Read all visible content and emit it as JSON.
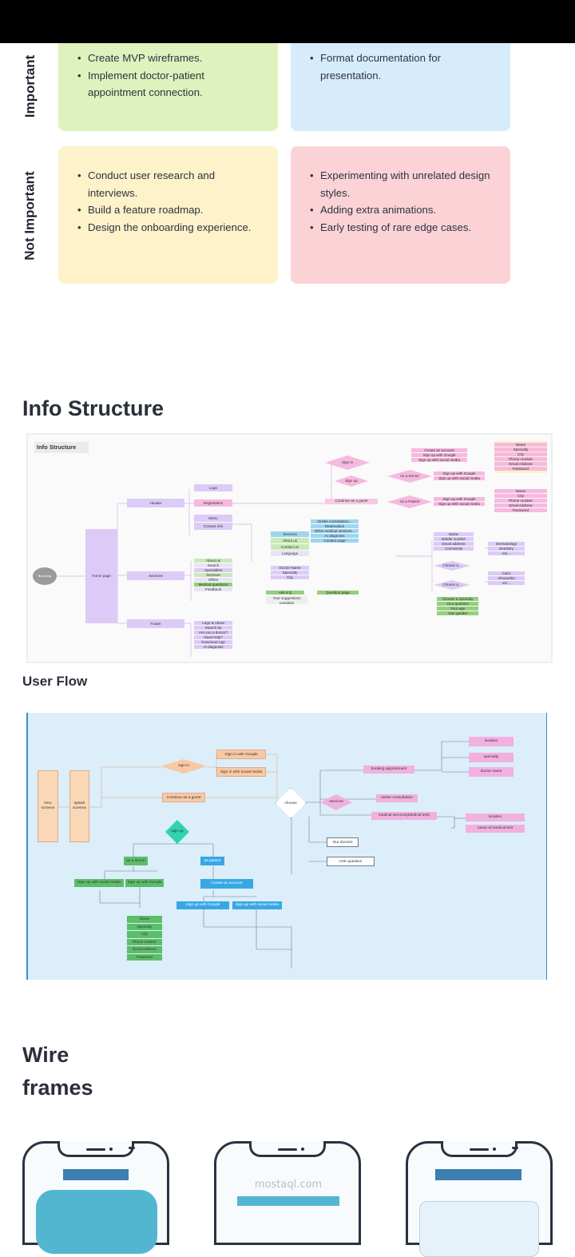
{
  "matrix": {
    "row_labels": [
      "Important",
      "Not Important"
    ],
    "important_urgent": [
      "Create MVP wireframes.",
      "Implement doctor-patient appointment connection."
    ],
    "important_not_urgent": [
      "Format documentation for presentation."
    ],
    "not_important_urgent": [
      "Conduct user research and interviews.",
      "Build a feature roadmap.",
      "Design the onboarding experience."
    ],
    "not_important_not_urgent": [
      "Experimenting with unrelated design styles.",
      "Adding extra animations.",
      "Early testing of rare edge cases."
    ]
  },
  "sections": {
    "info_structure": "Info Structure",
    "user_flow": "User Flow",
    "wireframes": "Wire frames"
  },
  "info": {
    "label": "Info Structure",
    "root": "Browsing",
    "home": "Home page",
    "header": "Header",
    "sections": "Sections",
    "footer": "Footer",
    "header_items": [
      "Logo",
      "Registration",
      "Menu",
      "Contact info"
    ],
    "menu_items": [
      "Services",
      "About us",
      "Contact us",
      "Language"
    ],
    "services_items": [
      "Online consultation...",
      "Reservation",
      "Other medical services...",
      "AI diagnosis",
      "Contact page"
    ],
    "signin": "Sign in",
    "signup": "Sign up",
    "guest": "Continue as a guest",
    "doctor": "As a Doctor",
    "patient": "As a Patient",
    "signin_opts": [
      "Create an account",
      "Sign up with Google",
      "Sign up with social media"
    ],
    "doctor_opts": [
      "Sign up with Google",
      "Sign up with social media"
    ],
    "patient_opts": [
      "Sign up with Google",
      "Sign up with social media"
    ],
    "doctor_fields": [
      "Name",
      "Specialty",
      "City",
      "Phone number",
      "Email Address",
      "Password"
    ],
    "patient_fields": [
      "Name",
      "City",
      "Phone number",
      "Email Address",
      "Password"
    ],
    "section_items": [
      "About us",
      "Search",
      "Specialties",
      "Services",
      "Offers",
      "Medical questions",
      "Feedback"
    ],
    "search_items": [
      "Doctor Name",
      "Specialty",
      "City"
    ],
    "ask": "Ask a Q",
    "suggest": "Your suggestions complain",
    "qpage": "Question page",
    "profile": [
      "Name",
      "Middle number",
      "Email address",
      "Comments"
    ],
    "choose": "Choose a...",
    "choose2": "Choose a...",
    "specs": [
      "Dermatology",
      "Dentistry",
      "etc..."
    ],
    "cities": [
      "Cairo",
      "Alexandria",
      "etc..."
    ],
    "q_items": [
      "Choose a specialty",
      "Your question",
      "Your age",
      "Your gender"
    ],
    "footer_items": [
      "Logo & About",
      "Search by",
      "Are you a doctor?",
      "Need help?",
      "Download App",
      "AI diagnosis"
    ]
  },
  "flow": {
    "intro": "Intro screens",
    "splash": "splash screens",
    "signin": "sign in",
    "google": "Sign in with Google",
    "social": "Sign in with social media",
    "guest": "Continue as a guest",
    "signup": "sign up",
    "choose": "choose",
    "services": "services",
    "booking": "booking appointment",
    "online": "online consultation",
    "medical": "medical services(Medical test)",
    "location": "location",
    "specialty": "specialty",
    "doctor_name": "doctor name",
    "loc2": "location",
    "test": "name of medical test",
    "our_doctors": "Our doctors",
    "ask": "ASK question",
    "as_doctor": "as a doctor",
    "as_patient": "as patient",
    "d_social": "Sign up with social media",
    "d_google": "Sign up with Google",
    "create": "Create an account",
    "p_google": "Sign up with Google",
    "p_social": "Sign up with social media",
    "fields": [
      "Name",
      "Specialty",
      "City",
      "Phone number",
      "Email Address",
      "Password"
    ]
  },
  "watermark": "mostaql.com"
}
